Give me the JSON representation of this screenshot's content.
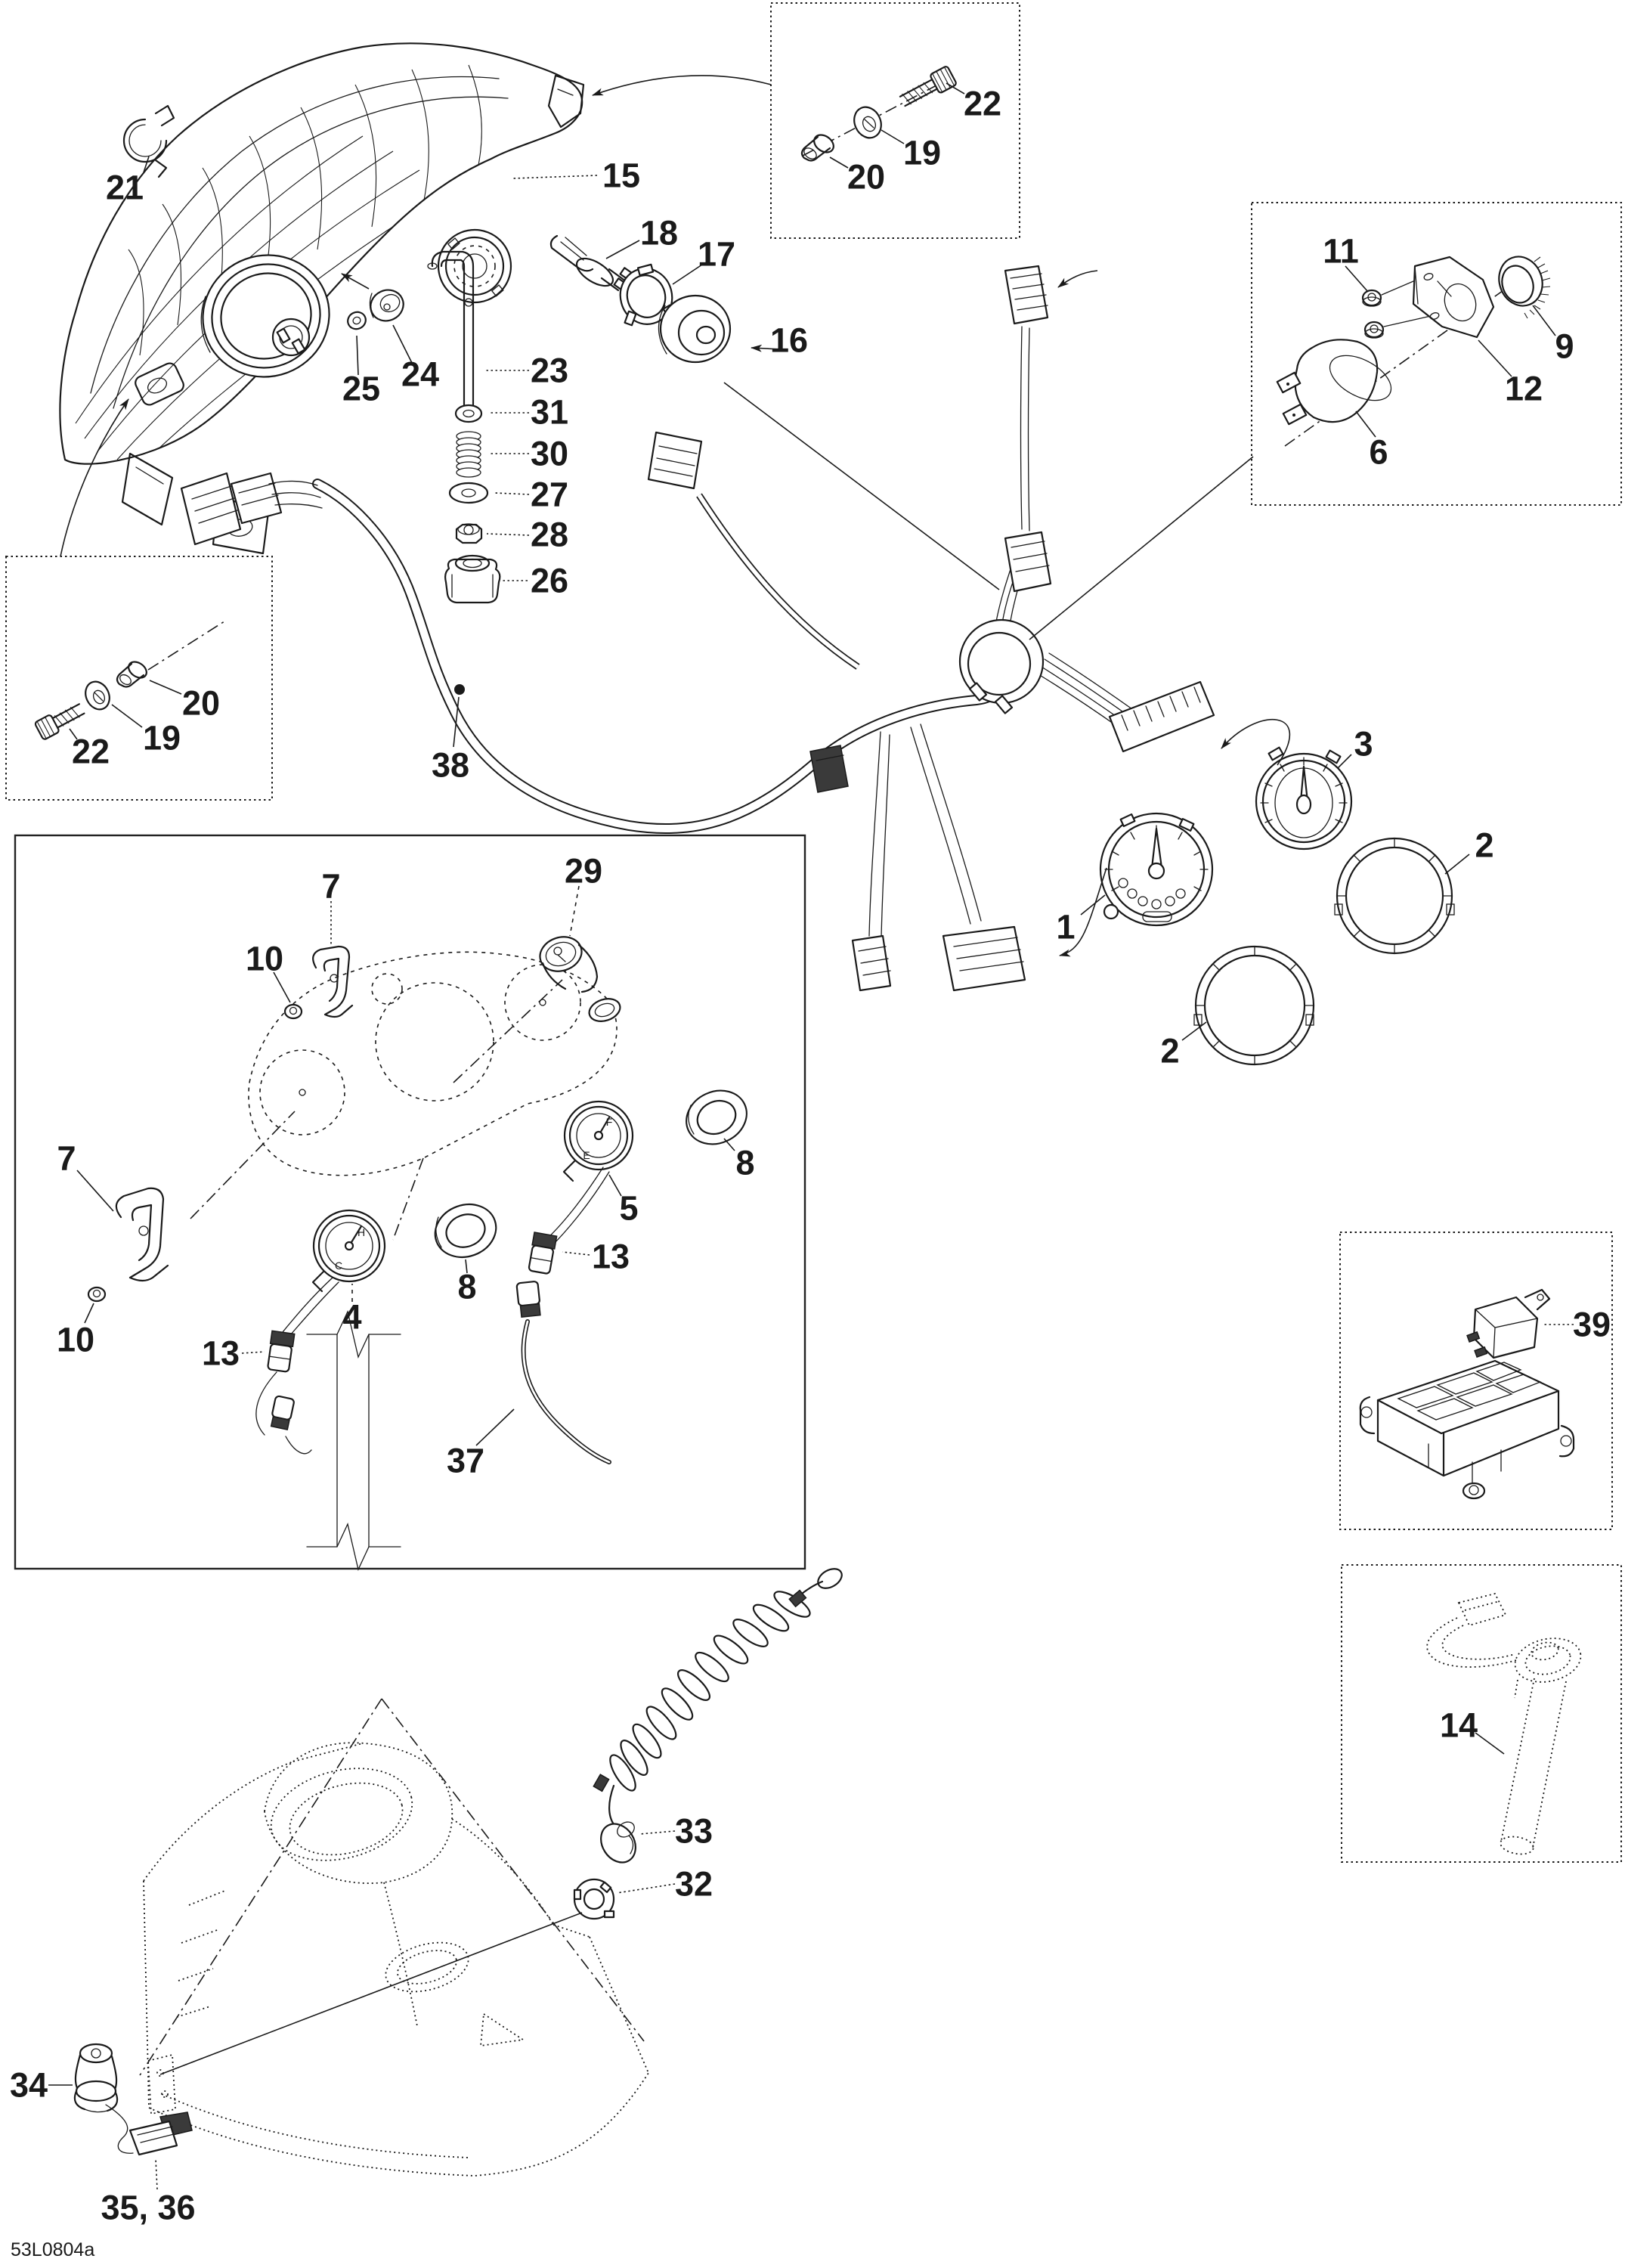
{
  "diagram": {
    "drawing_code": "53L0804a",
    "colors": {
      "ink": "#1a1a1a",
      "background": "#ffffff"
    },
    "callouts": {
      "c1": "1",
      "c2a": "2",
      "c2b": "2",
      "c3": "3",
      "c4": "4",
      "c5": "5",
      "c6": "6",
      "c7a": "7",
      "c7b": "7",
      "c8a": "8",
      "c8b": "8",
      "c9": "9",
      "c10a": "10",
      "c10b": "10",
      "c11": "11",
      "c12": "12",
      "c13a": "13",
      "c13b": "13",
      "c14": "14",
      "c15": "15",
      "c16": "16",
      "c17": "17",
      "c18": "18",
      "c19a": "19",
      "c19b": "19",
      "c20a": "20",
      "c20b": "20",
      "c21": "21",
      "c22a": "22",
      "c22b": "22",
      "c23": "23",
      "c24": "24",
      "c25": "25",
      "c26": "26",
      "c27": "27",
      "c28": "28",
      "c29": "29",
      "c30": "30",
      "c31": "31",
      "c32": "32",
      "c33": "33",
      "c34": "34",
      "c35_36": "35, 36",
      "c37": "37",
      "c38": "38",
      "c39": "39"
    },
    "gauge_markings": {
      "temp_hot": "H",
      "temp_cold": "C",
      "fuel_full": "F",
      "fuel_empty": "E"
    }
  }
}
